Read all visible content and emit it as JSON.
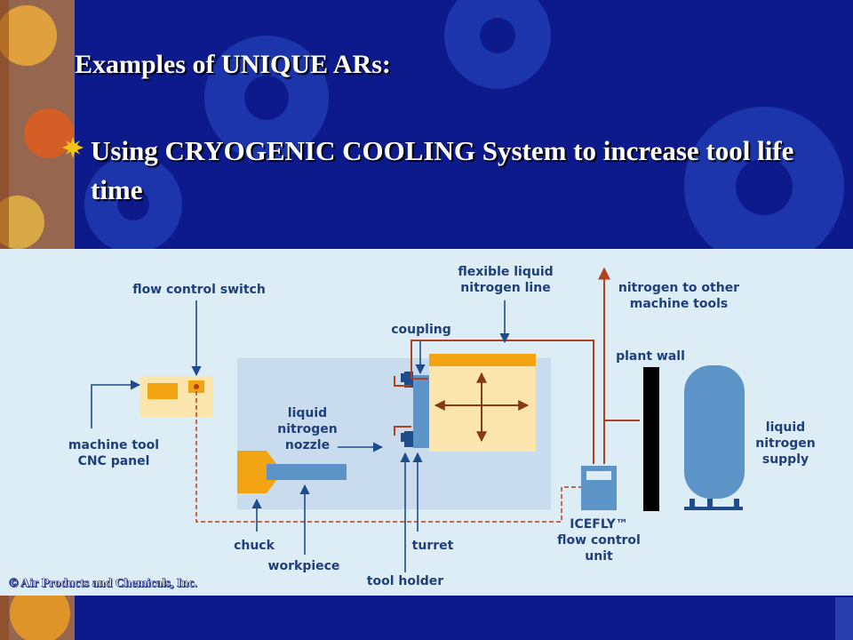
{
  "slide": {
    "title": "Examples of UNIQUE ARs:",
    "bullet": {
      "icon": "starburst-bullet-icon",
      "text": "Using CRYOGENIC COOLING System to increase tool life time"
    },
    "copyright": "© Air Products and Chemicals, Inc."
  },
  "theme": {
    "background": "#0d1a8c",
    "gear": "#2a4cc4",
    "sidebar": "#d8801e",
    "bullet": "#f3c316",
    "diagram_panel": "#ddedf6",
    "label": "#1f3f7a",
    "line": "#1f4a8c",
    "red_line": "#b04020",
    "orange": "#f2a413",
    "yellow_light": "#fde6ad",
    "machine_box": "#c8dcee",
    "blue_part": "#5d94c7",
    "black": "#000000"
  },
  "diagram": {
    "labels": {
      "flow_control_switch": "flow control switch",
      "flexible_line_1": "flexible liquid",
      "flexible_line_2": "nitrogen line",
      "nitrogen_other_1": "nitrogen to other",
      "nitrogen_other_2": "machine tools",
      "coupling": "coupling",
      "plant_wall": "plant wall",
      "nozzle_1": "liquid",
      "nozzle_2": "nitrogen",
      "nozzle_3": "nozzle",
      "cnc_1": "machine tool",
      "cnc_2": "CNC panel",
      "supply_1": "liquid",
      "supply_2": "nitrogen",
      "supply_3": "supply",
      "icefly_1": "ICEFLY™",
      "icefly_2": "flow control",
      "icefly_3": "unit",
      "chuck": "chuck",
      "turret": "turret",
      "workpiece": "workpiece",
      "tool_holder": "tool holder"
    }
  }
}
